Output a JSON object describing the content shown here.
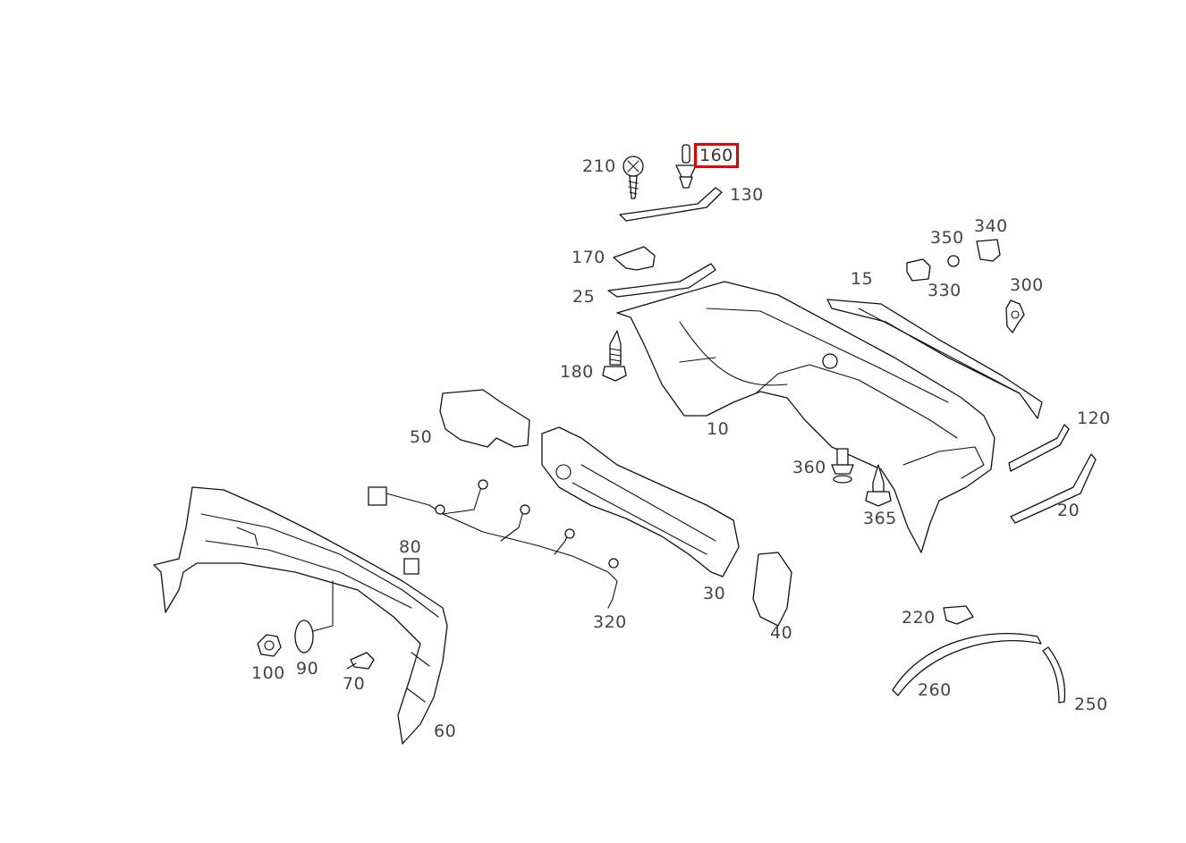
{
  "callouts": {
    "p10": "10",
    "p15": "15",
    "p20": "20",
    "p25": "25",
    "p30": "30",
    "p40": "40",
    "p50": "50",
    "p60": "60",
    "p70": "70",
    "p80": "80",
    "p90": "90",
    "p100": "100",
    "p120": "120",
    "p130": "130",
    "p160": "160",
    "p170": "170",
    "p180": "180",
    "p210": "210",
    "p220": "220",
    "p250": "250",
    "p260": "260",
    "p300": "300",
    "p320": "320",
    "p330": "330",
    "p340": "340",
    "p350": "350",
    "p360": "360",
    "p365": "365"
  },
  "highlighted_callout": "160",
  "highlight_color": "#e00000"
}
